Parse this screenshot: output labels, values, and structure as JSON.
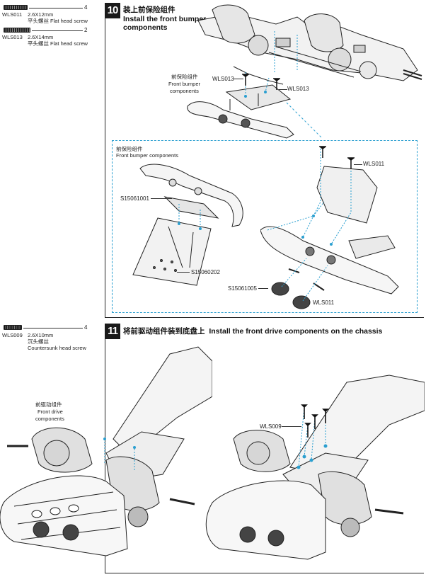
{
  "screws_top": [
    {
      "code": "WLS011",
      "size": "2.6X12mm",
      "cn": "平头螺丝",
      "desc": "Flat head screw",
      "qty": "4"
    },
    {
      "code": "WLS013",
      "size": "2.6X14mm",
      "cn": "平头螺丝",
      "desc": "Flat head screw",
      "qty": "2"
    }
  ],
  "screws_bottom": [
    {
      "code": "WLS009",
      "size": "2.6X10mm",
      "cn": "沉头螺丝",
      "desc": "Countersunk head screw",
      "qty": "4"
    }
  ],
  "step10": {
    "number": "10",
    "title_cn": "装上前保险组件",
    "title_en_1": "Install the front bumper",
    "title_en_2": "components",
    "label_cn": "前保险组件",
    "label_en_1": "Front bumper",
    "label_en_2": "components",
    "callout_wls013_a": "WLS013",
    "callout_wls013_b": "WLS013",
    "detail_cn": "前保险组件",
    "detail_en": "Front bumper components",
    "part_1": "S15061001",
    "part_2": "S15060202",
    "part_3": "S15061005",
    "callout_wls011_a": "WLS011",
    "callout_wls011_b": "WLS011"
  },
  "step11": {
    "number": "11",
    "title_cn": "将前驱动组件装到底盘上",
    "title_en": "Install the front drive components on the chassis",
    "label_cn": "前驱动组件",
    "label_en_1": "Front drive",
    "label_en_2": "components",
    "callout_wls009": "WLS009"
  },
  "colors": {
    "accent": "#2a9fd0",
    "ink": "#1a1a1a"
  }
}
